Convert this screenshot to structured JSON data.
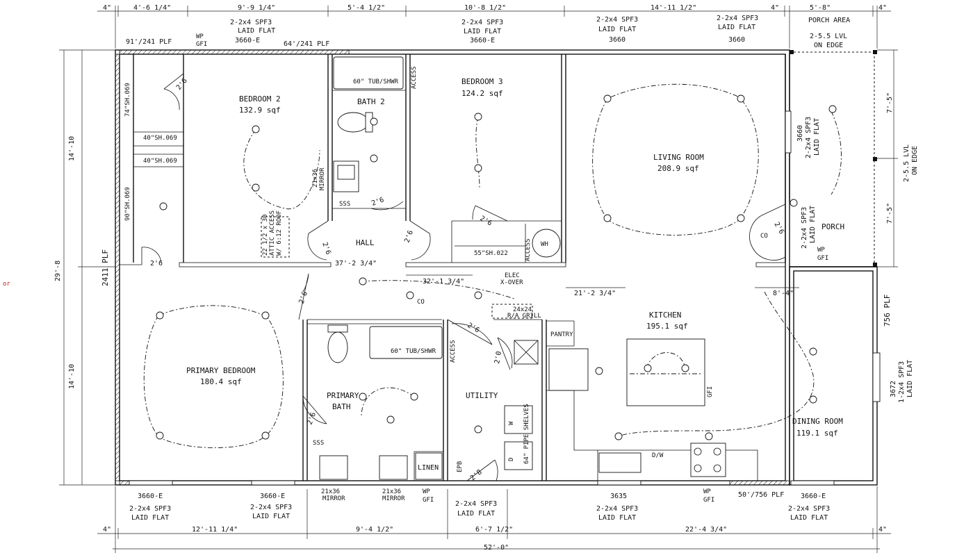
{
  "margin_note": "or",
  "top_dims": [
    "4\"",
    "4'-6 1/4\"",
    "9'-9 1/4\"",
    "5'-4 1/2\"",
    "10'-8 1/2\"",
    "14'-11 1/2\"",
    "4\"",
    "5'-8\"",
    "4\""
  ],
  "bottom_dims": [
    "4\"",
    "12'-11 1/4\"",
    "9'-4 1/2\"",
    "6'-7 1/2\"",
    "22'-4 3/4\"",
    "4\""
  ],
  "overall_width": "52'-0\"",
  "left_dims": [
    "14'-10",
    "14'-10",
    "29'-8"
  ],
  "left_plf": "2411 PLF",
  "right_dims": [
    "7'-5\"",
    "7'-5\""
  ],
  "right_plf": "756 PLF",
  "porch_beam_right": [
    "2-5.5 LVL",
    "ON EDGE"
  ],
  "porch_header": [
    "PORCH AREA",
    "2-5.5 LVL",
    "ON EDGE"
  ],
  "top_headers": [
    {
      "l1": "91'/241 PLF",
      "l2": ""
    },
    {
      "l1": "2-2x4 SPF3",
      "l2": "LAID FLAT",
      "l3": "3660-E"
    },
    {
      "l1": "64'/241 PLF",
      "l2": ""
    },
    {
      "l1": "2-2x4 SPF3",
      "l2": "LAID FLAT",
      "l3": "3660-E"
    },
    {
      "l1": "2-2x4 SPF3",
      "l2": "LAID FLAT",
      "l3": "3660"
    },
    {
      "l1": "2-2x4 SPF3",
      "l2": "LAID FLAT",
      "l3": "3660"
    }
  ],
  "bottom_headers": [
    {
      "w": "3660-E",
      "l1": "2-2x4 SPF3",
      "l2": "LAID FLAT"
    },
    {
      "w": "3660-E",
      "l1": "2-2x4 SPF3",
      "l2": "LAID FLAT"
    },
    {
      "w": "",
      "l1": "2-2x4 SPF3",
      "l2": "LAID FLAT"
    },
    {
      "w": "3635",
      "l1": "2-2x4 SPF3",
      "l2": "LAID FLAT"
    },
    {
      "w": "3660-E",
      "l1": "2-2x4 SPF3",
      "l2": "LAID FLAT"
    }
  ],
  "wp_gfi": "WP",
  "gfi": "GFI",
  "plf_bottom": "50'/756 PLF",
  "rooms": {
    "bedroom2": {
      "name": "BEDROOM 2",
      "area": "132.9 sqf"
    },
    "bath2": {
      "name": "BATH 2"
    },
    "bedroom3": {
      "name": "BEDROOM 3",
      "area": "124.2 sqf"
    },
    "living": {
      "name": "LIVING ROOM",
      "area": "208.9 sqf"
    },
    "porch": {
      "name": "PORCH"
    },
    "hall": {
      "name": "HALL"
    },
    "kitchen": {
      "name": "KITCHEN",
      "area": "195.1 sqf"
    },
    "primary": {
      "name": "PRIMARY BEDROOM",
      "area": "180.4 sqf"
    },
    "primary_bath": {
      "name": "PRIMARY",
      "name2": "BATH"
    },
    "utility": {
      "name": "UTILITY"
    },
    "dining": {
      "name": "DINING ROOM",
      "area": "119.1 sqf"
    },
    "pantry": {
      "name": "PANTRY"
    },
    "linen": {
      "name": "LINEN"
    }
  },
  "fixtures": {
    "tub": "60\" TUB/SHWR",
    "access": "ACCESS",
    "mirror_v": [
      "21x36",
      "MIRROR"
    ],
    "mirror": [
      "21x36",
      "MIRROR"
    ],
    "shelf1": "40\"SH.069",
    "shelf2": "40\"SH.069",
    "shelf_v1": "74\"SH.069",
    "shelf_v2": "90\"SH.069",
    "shelf_util": "55\"SH.022",
    "attic": [
      "22 1/2 x 30",
      "ATTIC ACCESS",
      "W/ 6:12 ROOF"
    ],
    "grill": [
      "24x24",
      "R/A GRILL"
    ],
    "elec": [
      "ELEC",
      "X-OVER"
    ],
    "wh": "WH",
    "epb": "EPB",
    "shelves": "64\" PIPE SHELVES",
    "washer": "W",
    "dryer": "D",
    "dw": "D/W",
    "co": "CO",
    "sss": "SSS"
  },
  "beam_lines": [
    "37'-2 3/4\"",
    "32'-1 3/4\"",
    "21'-2 3/4\"",
    "8'-4\""
  ],
  "doors": [
    "2'6",
    "2'6",
    "2'6",
    "2'6",
    "2'6",
    "2'6",
    "2'6",
    "2'6",
    "2'6",
    "2'0",
    "2'8",
    "2'6"
  ],
  "right_wall": {
    "l1": "3660",
    "l2": "2-2x4 SPF3",
    "l3": "LAID FLAT"
  },
  "porch_wall": {
    "l1": "2-2x4 SPF3",
    "l2": "LAID FLAT"
  },
  "dining_wall": {
    "l1": "3672",
    "l2": "1-2x4 SPF3",
    "l3": "LAID FLAT"
  }
}
